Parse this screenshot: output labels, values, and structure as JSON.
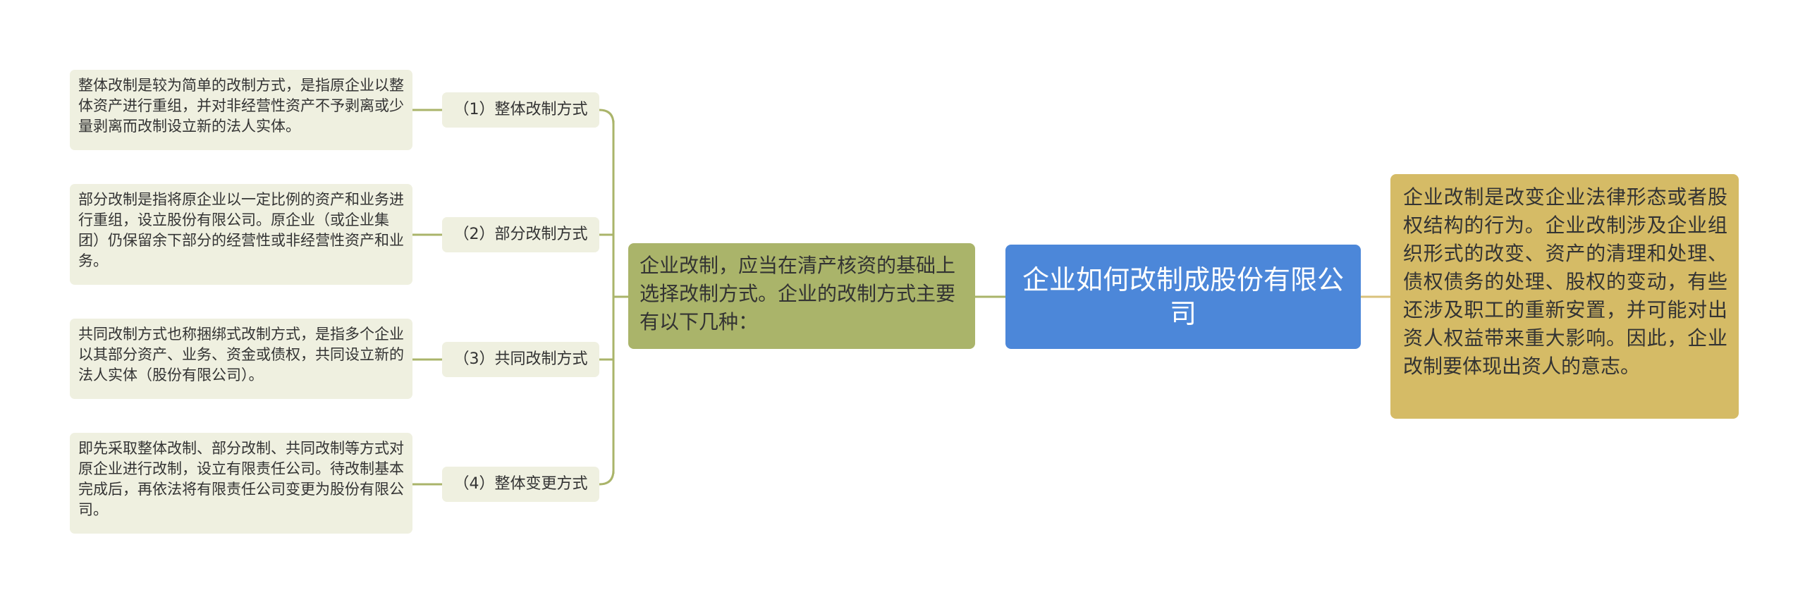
{
  "mindmap": {
    "central": {
      "text": "企业如何改制成股份有限公司"
    },
    "right_note": {
      "text": "企业改制是改变企业法律形态或者股权结构的行为。企业改制涉及企业组织形式的改变、资产的清理和处理、债权债务的处理、股权的变动，有些还涉及职工的重新安置，并可能对出资人权益带来重大影响。因此，企业改制要体现出资人的意志。"
    },
    "left_main": {
      "text": "企业改制，应当在清产核资的基础上选择改制方式。企业的改制方式主要有以下几种："
    },
    "methods": [
      {
        "label": "（1）整体改制方式",
        "detail": "整体改制是较为简单的改制方式，是指原企业以整体资产进行重组，并对非经营性资产不予剥离或少量剥离而改制设立新的法人实体。"
      },
      {
        "label": "（2）部分改制方式",
        "detail": "部分改制是指将原企业以一定比例的资产和业务进行重组，设立股份有限公司。原企业（或企业集团）仍保留余下部分的经营性或非经营性资产和业务。"
      },
      {
        "label": "（3）共同改制方式",
        "detail": "共同改制方式也称捆绑式改制方式，是指多个企业以其部分资产、业务、资金或债权，共同设立新的法人实体（股份有限公司）。"
      },
      {
        "label": "（4）整体变更方式",
        "detail": "即先采取整体改制、部分改制、共同改制等方式对原企业进行改制，设立有限责任公司。待改制基本完成后，再依法将有限责任公司变更为股份有限公司。"
      }
    ],
    "colors": {
      "central": "#4c87d9",
      "right_note": "#d5bb66",
      "left_main": "#aab46a",
      "branch_box": "#eff0e0",
      "connector_right": "#d9c27c",
      "connector_left": "#aab46a"
    }
  }
}
